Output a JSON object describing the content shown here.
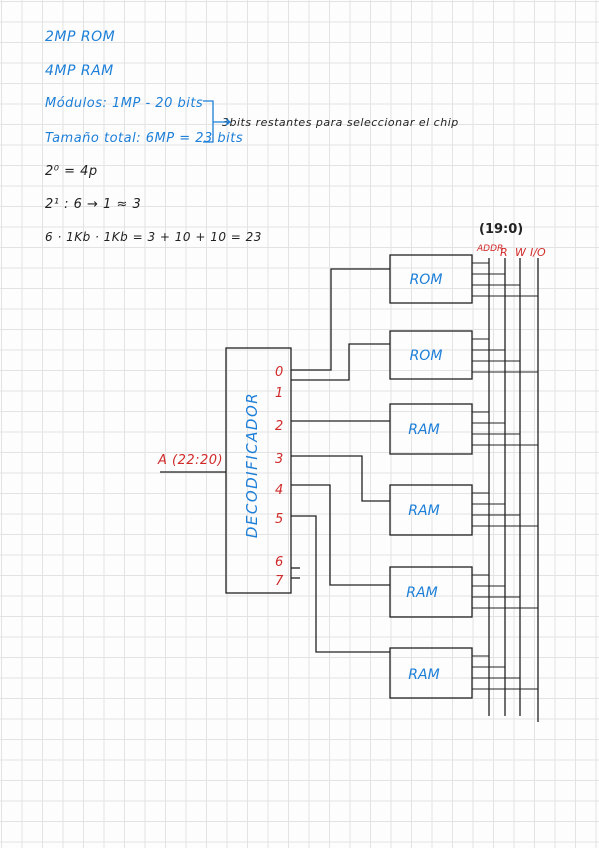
{
  "notes": {
    "rom": "2MP ROM",
    "ram": "4MP RAM",
    "modulos": "Módulos: 1MP - 20 bits",
    "tamano": "Tamaño total: 6MP = 23 bits",
    "pow0": "2⁰ = 4p",
    "pow1": "2¹ : 6 → 1 ≈ 3",
    "calc": "6 · 1Kb · 1Kb = 3 + 10 + 10 = 23",
    "brace_note": "3bits restantes para seleccionar el chip"
  },
  "decoder": {
    "label": "DECODIFICADOR",
    "input_label": "A (22:20)",
    "outputs": [
      "0",
      "1",
      "2",
      "3",
      "4",
      "5",
      "6",
      "7"
    ]
  },
  "chips": [
    "ROM",
    "ROM",
    "RAM",
    "RAM",
    "RAM",
    "RAM"
  ],
  "bus": {
    "range": "(19:0)",
    "labels": [
      "ADDR",
      "R",
      "W",
      "I/O"
    ]
  },
  "colors": {
    "ink_blue": "#1d7fd8",
    "ink_red": "#d12a2a",
    "ink_black": "#222222",
    "grid": "#e3e3e3"
  }
}
